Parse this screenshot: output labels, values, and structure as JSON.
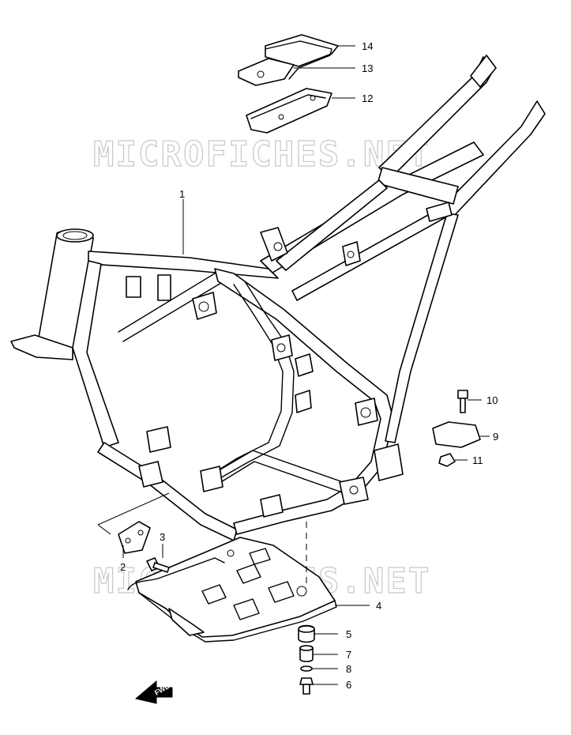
{
  "watermarks": [
    "MICROFICHES.NET",
    "MICROFICHES.NET"
  ],
  "direction_badge": "FWD",
  "callouts": [
    {
      "id": "1",
      "label": "1"
    },
    {
      "id": "2",
      "label": "2"
    },
    {
      "id": "3",
      "label": "3"
    },
    {
      "id": "4",
      "label": "4"
    },
    {
      "id": "5",
      "label": "5"
    },
    {
      "id": "6",
      "label": "6"
    },
    {
      "id": "7",
      "label": "7"
    },
    {
      "id": "8",
      "label": "8"
    },
    {
      "id": "9",
      "label": "9"
    },
    {
      "id": "10",
      "label": "10"
    },
    {
      "id": "11",
      "label": "11"
    },
    {
      "id": "12",
      "label": "12"
    },
    {
      "id": "13",
      "label": "13"
    },
    {
      "id": "14",
      "label": "14"
    }
  ]
}
